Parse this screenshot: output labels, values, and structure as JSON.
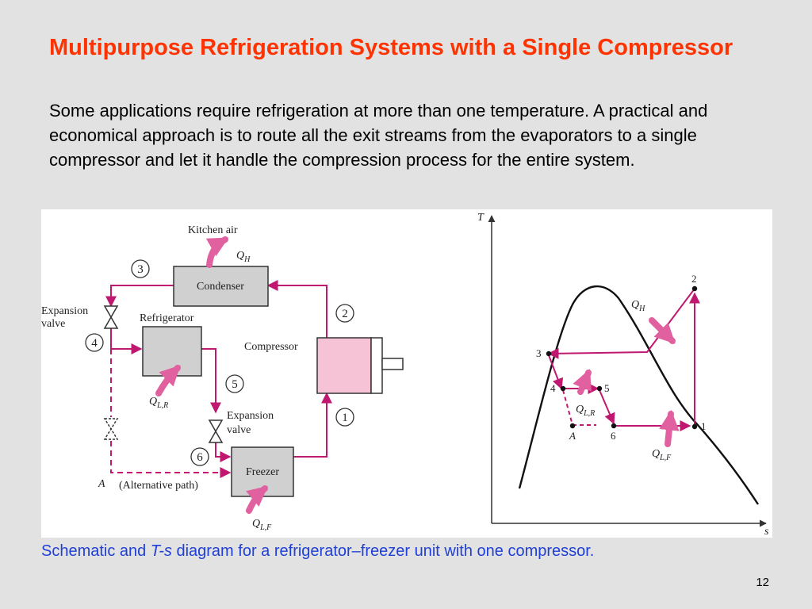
{
  "slide": {
    "title": "Multipurpose Refrigeration Systems with a Single Compressor",
    "body": "Some applications require refrigeration at more than one temperature. A practical and economical approach is to route all the exit streams from the evaporators to a single compressor and let it handle the compression process for the entire system.",
    "caption_prefix": "Schematic and ",
    "caption_italic": "T-s",
    "caption_suffix": " diagram for a refrigerator–freezer unit with one compressor.",
    "page_number": "12"
  },
  "schematic": {
    "kitchen_air": "Kitchen air",
    "q_h": "Q",
    "q_h_sub": "H",
    "condenser": "Condenser",
    "compressor": "Compressor",
    "refrigerator": "Refrigerator",
    "freezer": "Freezer",
    "expansion_valve_1a": "Expansion",
    "expansion_valve_1b": "valve",
    "expansion_valve_2a": "Expansion",
    "expansion_valve_2b": "valve",
    "q_lr": "Q",
    "q_lr_sub": "L,R",
    "q_lf": "Q",
    "q_lf_sub": "L,F",
    "point_a": "A",
    "alternative_path": "(Alternative path)",
    "state_numbers": [
      "1",
      "2",
      "3",
      "4",
      "5",
      "6"
    ]
  },
  "ts_diagram": {
    "t_axis": "T",
    "s_axis": "s",
    "points": [
      "1",
      "2",
      "3",
      "4",
      "5",
      "6",
      "A"
    ],
    "q_h": "Q",
    "q_h_sub": "H",
    "q_lr": "Q",
    "q_lr_sub": "L,R",
    "q_lf": "Q",
    "q_lf_sub": "L,F"
  },
  "colors": {
    "title": "#ff3300",
    "caption": "#1f3fd6",
    "flow": "#c01870",
    "heat_arrow": "#e060a0",
    "component_fill": "#d0d0d0",
    "compressor_fill": "#f5c2d6"
  }
}
